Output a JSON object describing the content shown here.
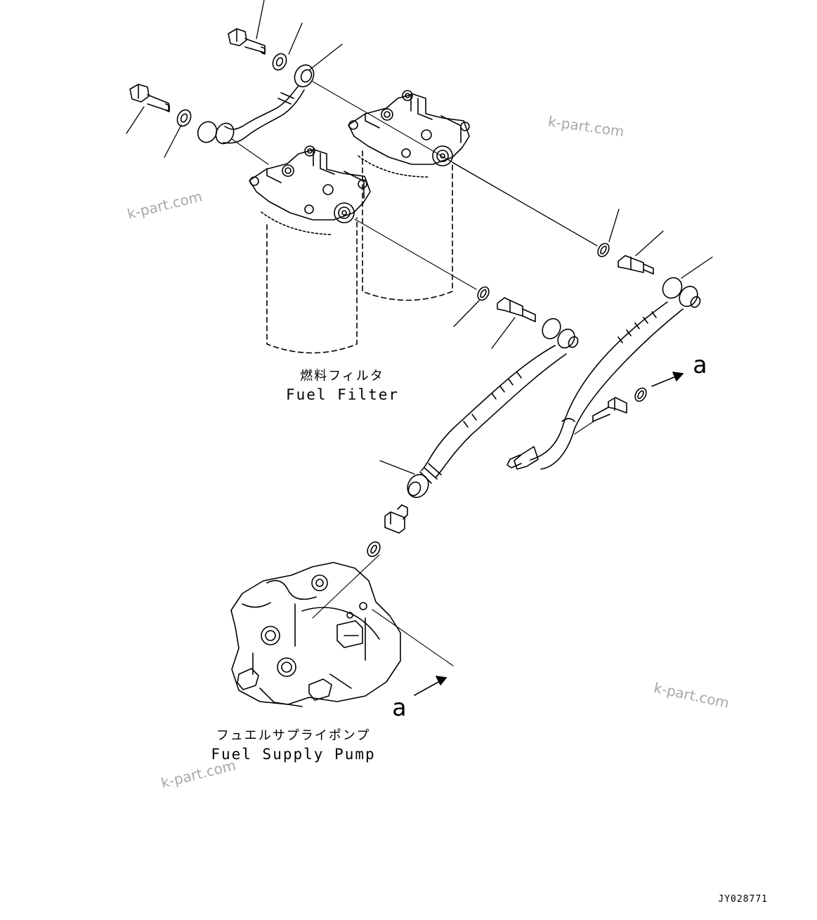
{
  "labels": {
    "fuel_filter_jp": "燃料フィルタ",
    "fuel_filter_en": "Fuel Filter",
    "supply_pump_jp": "フュエルサプライポンプ",
    "supply_pump_en": "Fuel Supply Pump"
  },
  "view_marker": "a",
  "watermark": "k-part.com",
  "drawing_code": "JY028771",
  "colors": {
    "line": "#000000",
    "watermark": "#a8a8a8",
    "background": "#ffffff"
  }
}
